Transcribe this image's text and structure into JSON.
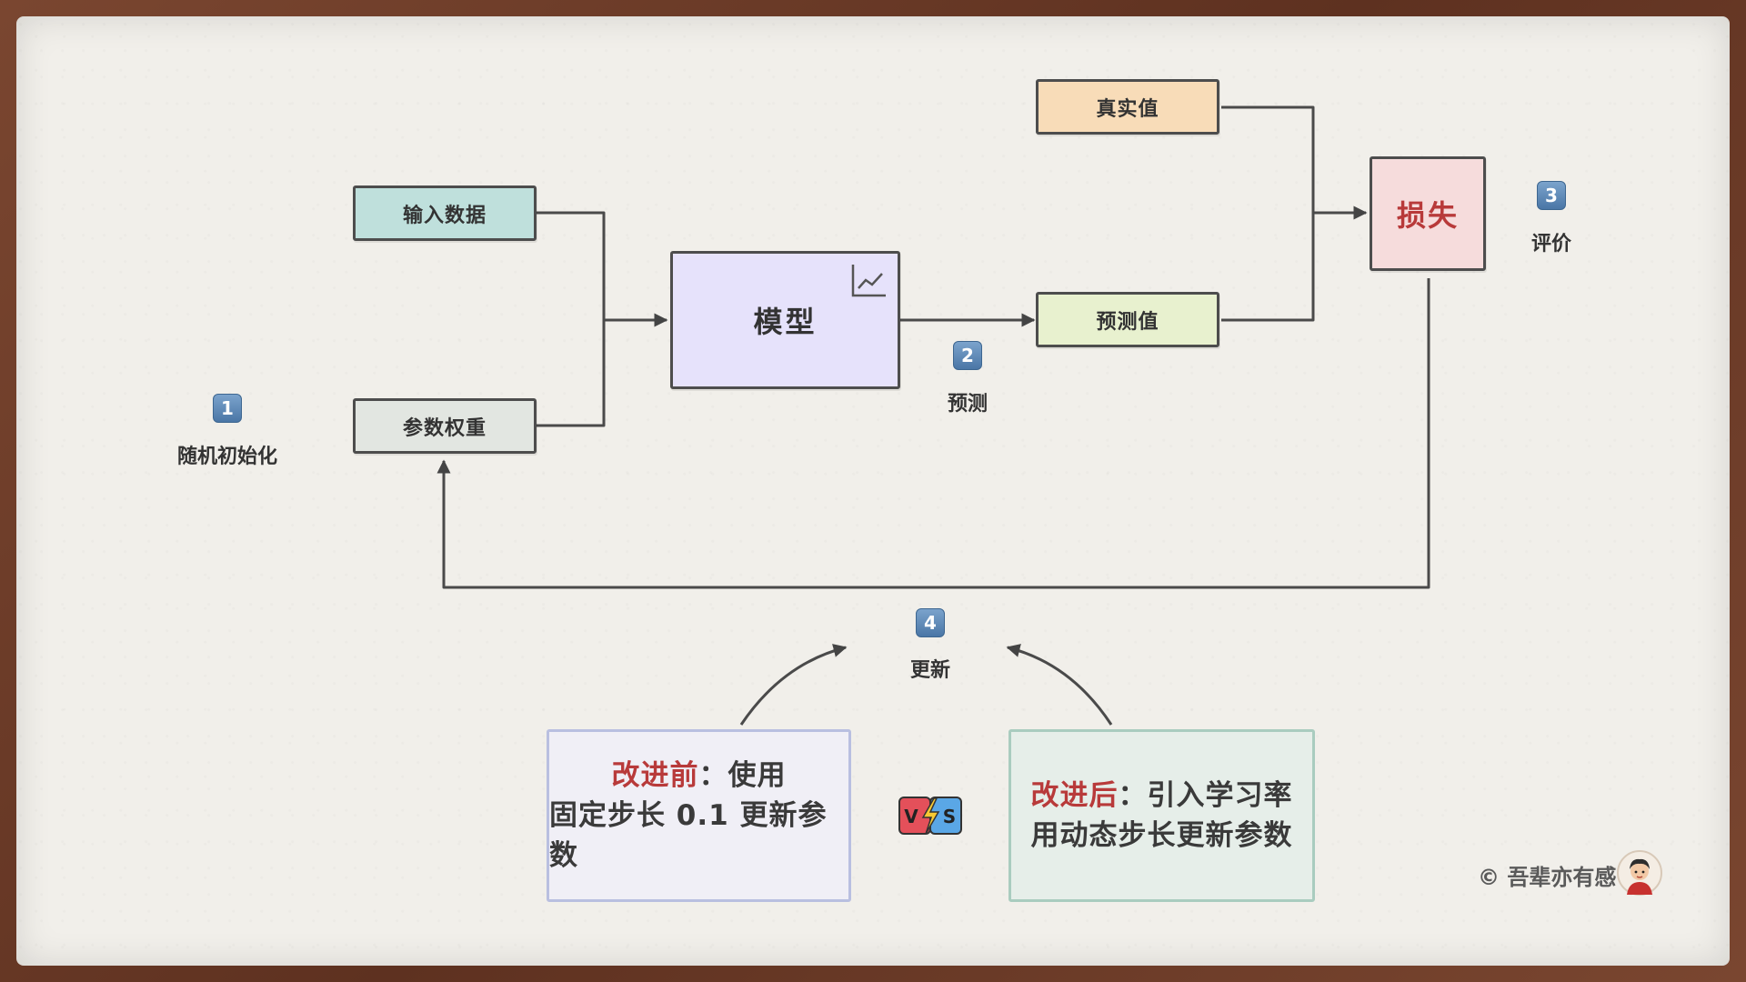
{
  "nodes": {
    "input_data": "输入数据",
    "param_weights": "参数权重",
    "model": "模型",
    "true_value": "真实值",
    "predicted_value": "预测值",
    "loss": "损失"
  },
  "steps": [
    {
      "number": "1",
      "label": "随机初始化"
    },
    {
      "number": "2",
      "label": "预测"
    },
    {
      "number": "3",
      "label": "评价"
    },
    {
      "number": "4",
      "label": "更新"
    }
  ],
  "comparison": {
    "before": {
      "highlight": "改进前",
      "rest": "：使用",
      "line2": "固定步长 0.1 更新参数"
    },
    "after": {
      "highlight": "改进后",
      "rest": "：引入学习率",
      "line2": "用动态步长更新参数"
    },
    "vs_letters": [
      "V",
      "S"
    ]
  },
  "copyright": "© 吾辈亦有感",
  "icons": {
    "model": "line-chart-icon",
    "vs": "vs-icon",
    "avatar": "avatar-icon"
  },
  "colors": {
    "input_fill": "#bfe0dc",
    "param_fill": "#e2e6e1",
    "model_fill": "#e6e2fb",
    "true_fill": "#f8dcb8",
    "pred_fill": "#e8f1cf",
    "loss_fill": "#f6dcdc",
    "loss_text": "#b83a3a",
    "before_border": "#b9bfe0",
    "before_fill": "#f0eff6",
    "after_border": "#a9ccbf",
    "after_fill": "#e6eee9",
    "badge": "#4a76a6"
  }
}
